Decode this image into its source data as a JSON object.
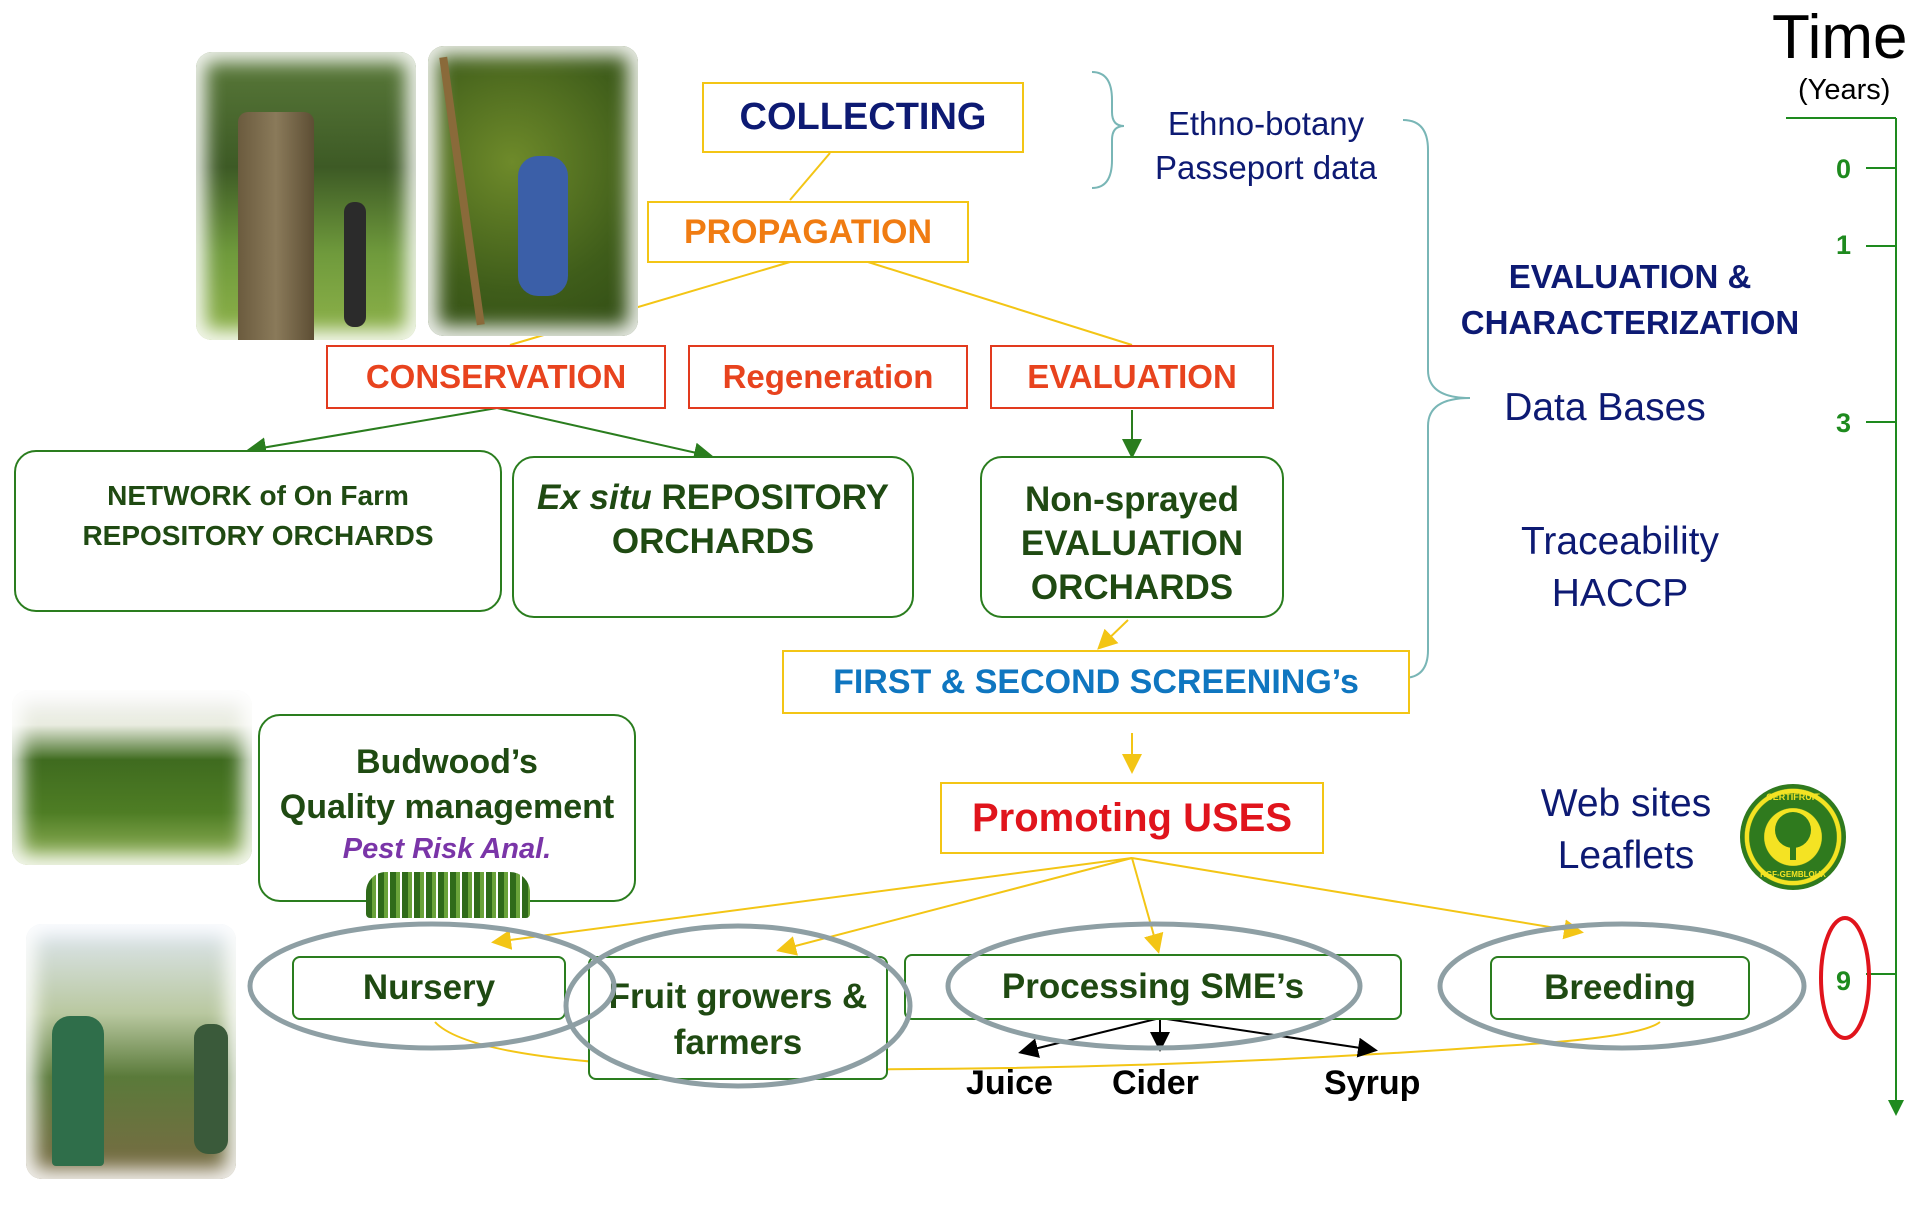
{
  "timeline": {
    "title": "Time",
    "unit": "(Years)",
    "ticks": [
      "0",
      "1",
      "3",
      "9"
    ],
    "color": "#1e8a1e",
    "highlight_color": "#e0141c"
  },
  "steps": {
    "collecting": "COLLECTING",
    "propagation": "PROPAGATION",
    "conservation": "CONSERVATION",
    "regeneration": "Regeneration",
    "evaluation": "EVALUATION",
    "screening": "FIRST & SECOND SCREENING’s",
    "promoting": "Promoting USES"
  },
  "orchards": {
    "network_line1": "NETWORK of On Farm",
    "network_line2": "REPOSITORY ORCHARDS",
    "exsitu_italic": "Ex situ",
    "exsitu_line1_rest": " REPOSITORY",
    "exsitu_line2": "ORCHARDS",
    "nonsprayed_line1": "Non-sprayed",
    "nonsprayed_line2": "EVALUATION",
    "nonsprayed_line3": "ORCHARDS"
  },
  "budwood": {
    "line1": "Budwood’s",
    "line2": "Quality management",
    "line3": "Pest Risk Anal."
  },
  "uses": {
    "nursery": "Nursery",
    "fruit_growers_line1": "Fruit growers &",
    "fruit_growers_line2": "farmers",
    "processing": "Processing SME’s",
    "breeding": "Breeding",
    "products": [
      "Juice",
      "Cider",
      "Syrup"
    ]
  },
  "right_notes": {
    "ethno_line1": "Ethno-botany",
    "ethno_line2": "Passeport data",
    "evaluation_line1": "EVALUATION &",
    "evaluation_line2": "CHARACTERIZATION",
    "databases": "Data Bases",
    "traceability_line1": "Traceability",
    "traceability_line2": "HACCP",
    "web_line1": "Web sites",
    "web_line2": "Leaflets"
  },
  "logo": {
    "top_text": "CERTIFRUIT",
    "bottom_text": "RGF-GEMBLOUX"
  },
  "colors": {
    "yellow_border": "#f3c515",
    "red_border": "#e23a1e",
    "green_border": "#2a7d1e",
    "navy": "#0d1a73",
    "orange": "#f07c12",
    "blue": "#0f76c0"
  }
}
